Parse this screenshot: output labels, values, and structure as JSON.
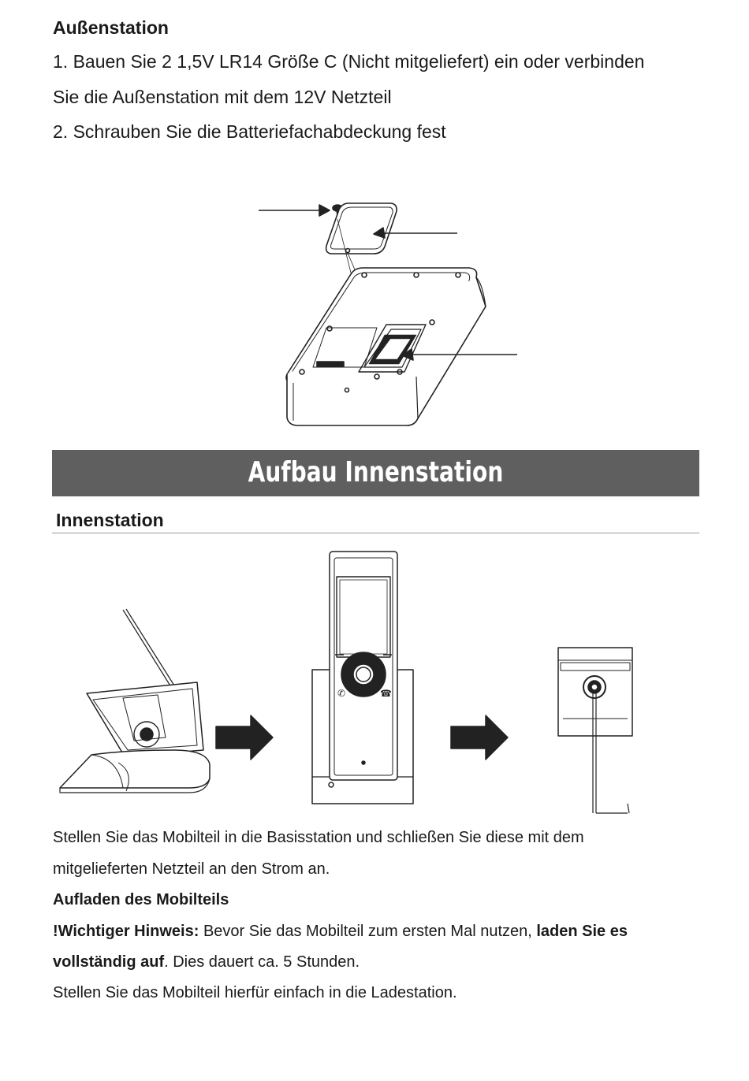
{
  "section1": {
    "heading": "Außenstation",
    "step1_line1": "1. Bauen Sie 2 1,5V LR14 Größe C (Nicht mitgeliefert) ein oder verbinden",
    "step1_line2": "Sie die Außenstation mit dem 12V Netzteil",
    "step2": "2. Schrauben Sie die Batteriefachabdeckung fest"
  },
  "banner": {
    "title": "Aufbau Innenstation"
  },
  "section2": {
    "heading": "Innenstation",
    "para1_line1": "Stellen Sie das Mobilteil in die Basisstation und schließen Sie diese mit dem",
    "para1_line2": "mitgelieferten Netzteil an den Strom an.",
    "subheading": "Aufladen des Mobilteils",
    "note_bold1": "!Wichtiger Hinweis:",
    "note_text1": " Bevor Sie das Mobilteil zum ersten Mal nutzen, ",
    "note_bold2": "laden Sie es",
    "note_bold3": "vollständig auf",
    "note_text2": ". Dies dauert ca. 5 Stunden.",
    "final_line": "Stellen Sie das Mobilteil hierfür einfach in die Ladestation."
  }
}
